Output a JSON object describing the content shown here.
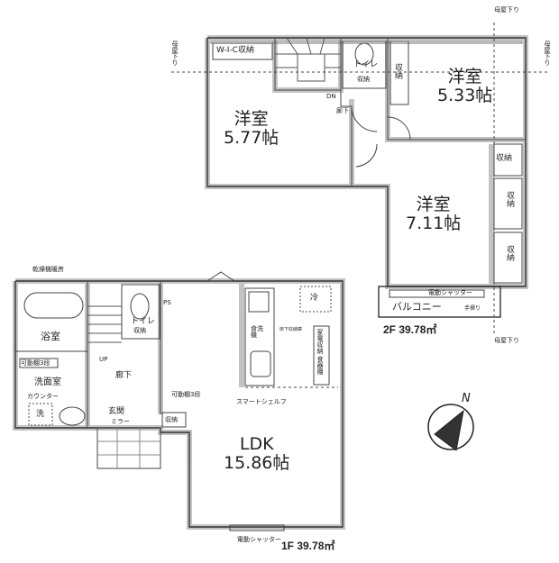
{
  "floor2": {
    "rooms": {
      "west_room": {
        "name": "洋室",
        "size": "5.77帖"
      },
      "north_east_room": {
        "name": "洋室",
        "size": "5.33帖"
      },
      "south_room": {
        "name": "洋室",
        "size": "7.11帖"
      }
    },
    "labels": {
      "wic": "W-I-C収納",
      "toilet": "トイレ",
      "toilet_storage": "収納",
      "closet_ne": "収納",
      "closet_south_top": "収納",
      "closet_south_1": "収納",
      "closet_south_2": "収納",
      "dn": "DN",
      "hallway": "廊下",
      "shutter": "電動シャッター",
      "balcony": "バルコニー",
      "handrail": "手摺り",
      "main_roof_1": "母屋下り",
      "main_roof_2": "母屋下り",
      "main_roof_3": "母屋下り",
      "main_roof_4": "母屋下り"
    },
    "area": "2F 39.78㎡"
  },
  "floor1": {
    "rooms": {
      "ldk": {
        "name": "LDK",
        "size": "15.86帖"
      }
    },
    "labels": {
      "dryer": "乾燥機暖房",
      "bath": "浴室",
      "shelf_3_a": "可動棚3段",
      "washroom": "洗面室",
      "counter": "カウンター",
      "washer": "洗",
      "up": "UP",
      "hallway": "廊下",
      "toilet": "トイレ",
      "toilet_storage": "収納",
      "ps": "PS",
      "entrance": "玄関",
      "mirror": "ミラー",
      "shelf_3_b": "可動棚3段",
      "entrance_storage": "収納",
      "dishwasher": "食洗機",
      "underfloor": "床下収納庫",
      "fridge": "冷",
      "appliance_storage": "家電収納",
      "cupboard": "食器棚",
      "smart_shelf": "スマートシェルフ",
      "shutter": "電動シャッター"
    },
    "area": "1F 39.78㎡"
  },
  "compass": {
    "north": "N"
  }
}
